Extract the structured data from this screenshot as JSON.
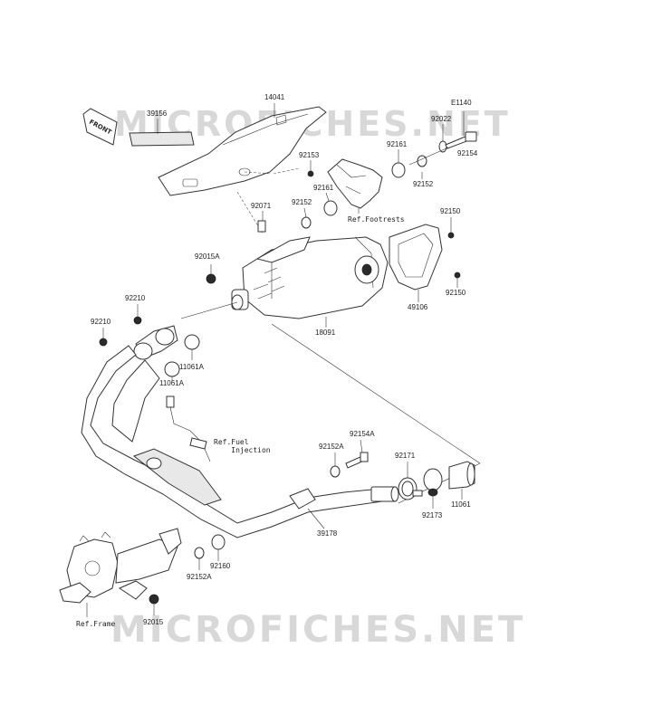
{
  "diagram": {
    "catalog_code": "E1140",
    "watermark": "MICROFICHES.NET",
    "front_marker": "FRONT",
    "parts": {
      "p14041": "14041",
      "p39156": "39156",
      "p92022": "92022",
      "p92153": "92153",
      "p92161a": "92161",
      "p92161b": "92161",
      "p92154": "92154",
      "p92152a": "92152",
      "p92152b": "92152",
      "p92071": "92071",
      "p92150a": "92150",
      "p92150b": "92150",
      "p92015A": "92015A",
      "p49106": "49106",
      "p18091": "18091",
      "p92210a": "92210",
      "p92210b": "92210",
      "p11061Aa": "11061A",
      "p11061Ab": "11061A",
      "p92154A": "92154A",
      "p92152Aa": "92152A",
      "p92152Ab": "92152A",
      "p92171": "92171",
      "p92173": "92173",
      "p11061": "11061",
      "p39178": "39178",
      "p92160": "92160",
      "p92015": "92015"
    },
    "refs": {
      "footrests": "Ref.Footrests",
      "fuel_injection": "Ref.Fuel\n    Injection",
      "frame": "Ref.Frame"
    }
  }
}
